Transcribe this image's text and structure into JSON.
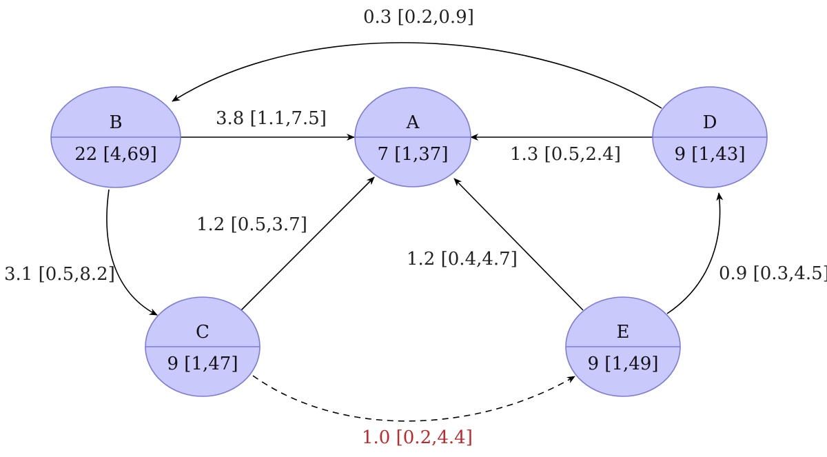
{
  "nodes": {
    "A": {
      "name": "A",
      "value": "7 [1,37]"
    },
    "B": {
      "name": "B",
      "value": "22 [4,69]"
    },
    "C": {
      "name": "C",
      "value": "9 [1,47]"
    },
    "D": {
      "name": "D",
      "value": "9 [1,43]"
    },
    "E": {
      "name": "E",
      "value": "9 [1,49]"
    }
  },
  "edges": {
    "d_to_b": {
      "from": "D",
      "to": "B",
      "label": "0.3 [0.2,0.9]"
    },
    "b_to_a": {
      "from": "B",
      "to": "A",
      "label": "3.8 [1.1,7.5]"
    },
    "d_to_a": {
      "from": "D",
      "to": "A",
      "label": "1.3 [0.5,2.4]"
    },
    "c_to_a": {
      "from": "C",
      "to": "A",
      "label": "1.2 [0.5,3.7]"
    },
    "e_to_a": {
      "from": "E",
      "to": "A",
      "label": "1.2 [0.4,4.7]"
    },
    "b_to_c": {
      "from": "B",
      "to": "C",
      "label": "3.1 [0.5,8.2]"
    },
    "e_to_d": {
      "from": "E",
      "to": "D",
      "label": "0.9 [0.3,4.5]"
    },
    "c_to_e": {
      "from": "C",
      "to": "E",
      "label": "1.0 [0.2,4.4]",
      "style": "dashed"
    }
  },
  "colors": {
    "node_fill": "#c9c9fb",
    "node_stroke": "#7b7bdc",
    "edge": "#000000",
    "highlight_label": "#c0282c"
  }
}
